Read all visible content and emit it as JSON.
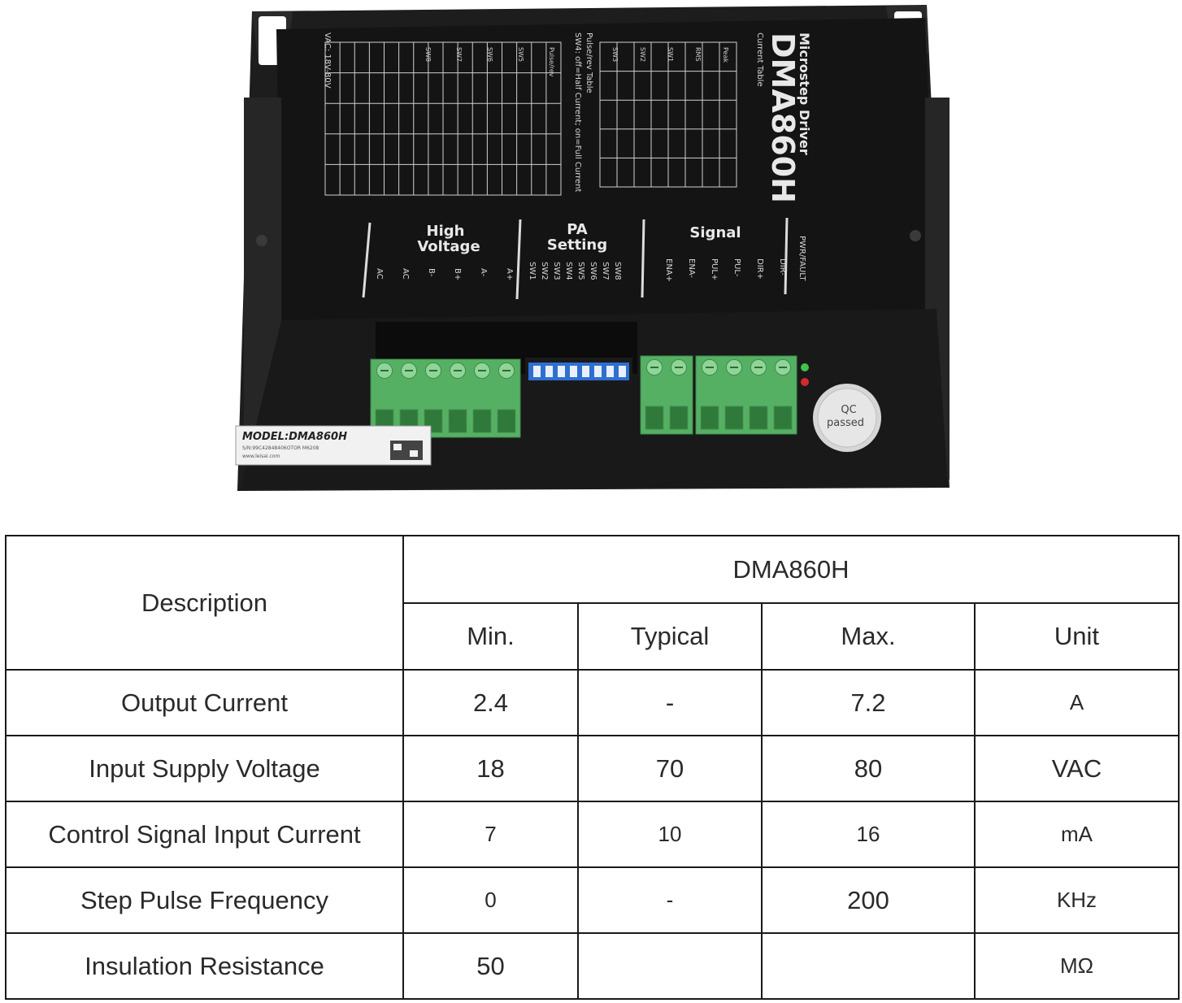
{
  "photo": {
    "brand_title": "DMA860H",
    "subtitle": "Microstep Driver",
    "current_table_title": "Current Table",
    "current_table_header": [
      "Peak",
      "RMS",
      "SW1",
      "SW2",
      "SW3"
    ],
    "pulse_table_title": "Pulse/rev Table",
    "pulse_table_header": [
      "Pulse/rev",
      "SW5",
      "SW6",
      "SW7",
      "SW8"
    ],
    "sw4_note": "SW4: off=Half Current; on=Full Current",
    "vac_note": "VAC: 18V-80V",
    "group_high_voltage": "High Voltage",
    "group_pa_setting": "PA Setting",
    "group_signal": "Signal",
    "pwr_fault": "PWR/FAULT",
    "hv_terminals": [
      "AC",
      "AC",
      "B-",
      "B+",
      "A-",
      "A+"
    ],
    "dip_labels": [
      "SW1",
      "SW2",
      "SW3",
      "SW4",
      "SW5",
      "SW6",
      "SW7",
      "SW8"
    ],
    "signal_terminals": [
      "ENA+",
      "ENA-",
      "PUL+",
      "PUL-",
      "DIR+",
      "DIR-"
    ],
    "model_sticker": "MODEL:DMA860H",
    "sticker_serial": "S/N:99C42848406OTOR M6208",
    "sticker_site": "www.leisai.com",
    "qc_line1": "QC",
    "qc_line2": "passed",
    "colors": {
      "housing": "#1b1b1b",
      "terminal_green": "#5cb86a",
      "dip_blue": "#2f6fd0"
    }
  },
  "spec_table": {
    "description_label": "Description",
    "model_header": "DMA860H",
    "columns": [
      "Min.",
      "Typical",
      "Max.",
      "Unit"
    ],
    "rows": [
      {
        "name": "Output Current",
        "min": "2.4",
        "typical": "-",
        "max": "7.2",
        "unit": "A"
      },
      {
        "name": "Input Supply Voltage",
        "min": "18",
        "typical": "70",
        "max": "80",
        "unit": "VAC"
      },
      {
        "name": "Control Signal Input Current",
        "min": "7",
        "typical": "10",
        "max": "16",
        "unit": "mA"
      },
      {
        "name": "Step Pulse Frequency",
        "min": "0",
        "typical": "-",
        "max": "200",
        "unit": "KHz"
      },
      {
        "name": "Insulation Resistance",
        "min": "50",
        "typical": "",
        "max": "",
        "unit": "MΩ"
      }
    ]
  }
}
